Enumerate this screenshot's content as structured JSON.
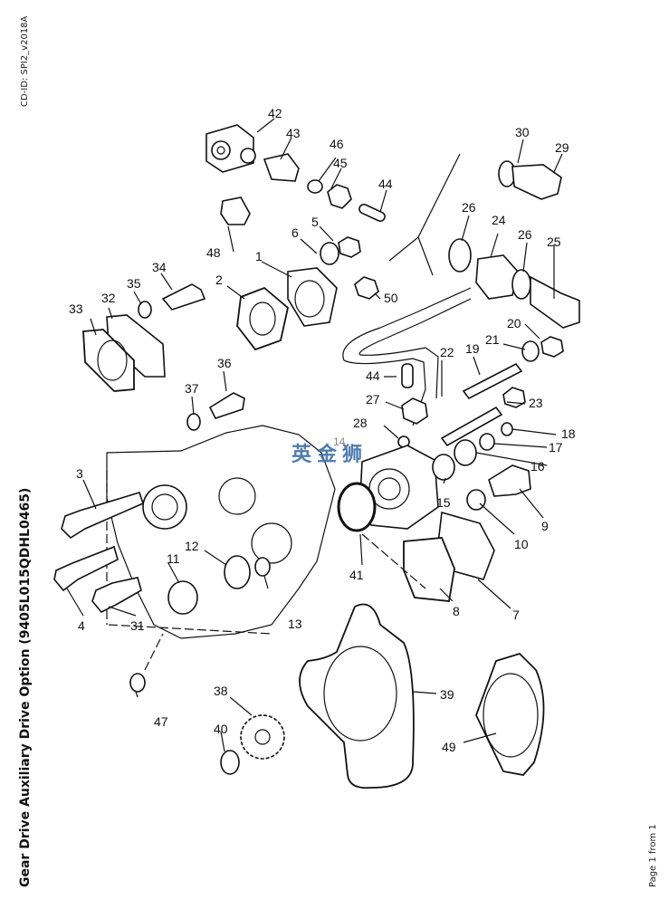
{
  "document": {
    "id_label": "CD-ID: SPI2_v2018A",
    "title": "Gear Drive Auxiliary Drive Option (9405L015QDHL0465)",
    "page_label": "Page 1 from 1",
    "watermark": "英金狮"
  },
  "diagram": {
    "type": "exploded-parts-view",
    "callouts": [
      {
        "id": "1",
        "label": "1"
      },
      {
        "id": "2",
        "label": "2"
      },
      {
        "id": "3",
        "label": "3"
      },
      {
        "id": "4",
        "label": "4"
      },
      {
        "id": "5",
        "label": "5"
      },
      {
        "id": "6",
        "label": "6"
      },
      {
        "id": "7",
        "label": "7"
      },
      {
        "id": "8",
        "label": "8"
      },
      {
        "id": "9",
        "label": "9"
      },
      {
        "id": "10",
        "label": "10"
      },
      {
        "id": "11",
        "label": "11"
      },
      {
        "id": "12",
        "label": "12"
      },
      {
        "id": "13",
        "label": "13"
      },
      {
        "id": "14",
        "label": "14"
      },
      {
        "id": "15",
        "label": "15"
      },
      {
        "id": "16",
        "label": "16"
      },
      {
        "id": "17",
        "label": "17"
      },
      {
        "id": "18",
        "label": "18"
      },
      {
        "id": "19",
        "label": "19"
      },
      {
        "id": "20",
        "label": "20"
      },
      {
        "id": "21",
        "label": "21"
      },
      {
        "id": "22",
        "label": "22"
      },
      {
        "id": "23",
        "label": "23"
      },
      {
        "id": "24",
        "label": "24"
      },
      {
        "id": "25",
        "label": "25"
      },
      {
        "id": "26a",
        "label": "26"
      },
      {
        "id": "26b",
        "label": "26"
      },
      {
        "id": "27",
        "label": "27"
      },
      {
        "id": "28",
        "label": "28"
      },
      {
        "id": "29",
        "label": "29"
      },
      {
        "id": "30",
        "label": "30"
      },
      {
        "id": "31",
        "label": "31"
      },
      {
        "id": "32",
        "label": "32"
      },
      {
        "id": "33",
        "label": "33"
      },
      {
        "id": "34",
        "label": "34"
      },
      {
        "id": "35",
        "label": "35"
      },
      {
        "id": "36",
        "label": "36"
      },
      {
        "id": "37",
        "label": "37"
      },
      {
        "id": "38",
        "label": "38"
      },
      {
        "id": "39",
        "label": "39"
      },
      {
        "id": "40",
        "label": "40"
      },
      {
        "id": "41",
        "label": "41"
      },
      {
        "id": "42",
        "label": "42"
      },
      {
        "id": "43",
        "label": "43"
      },
      {
        "id": "44a",
        "label": "44"
      },
      {
        "id": "44b",
        "label": "44"
      },
      {
        "id": "45",
        "label": "45"
      },
      {
        "id": "46",
        "label": "46"
      },
      {
        "id": "47",
        "label": "47"
      },
      {
        "id": "48",
        "label": "48"
      },
      {
        "id": "49",
        "label": "49"
      },
      {
        "id": "50",
        "label": "50"
      }
    ]
  }
}
